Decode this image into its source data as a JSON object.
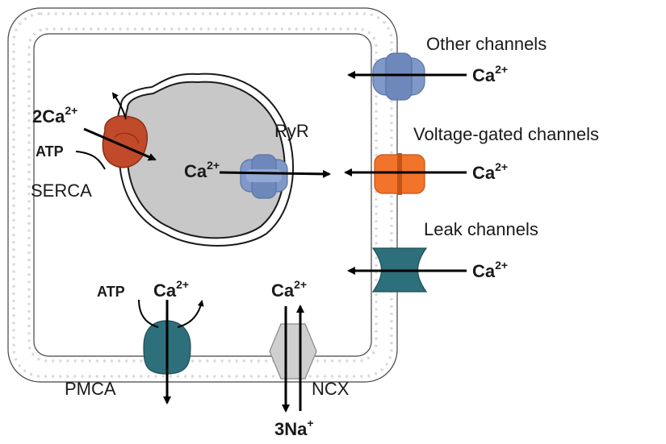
{
  "labels": {
    "other_channels": "Other channels",
    "voltage_gated_channels": "Voltage-gated channels",
    "leak_channels": "Leak channels",
    "ryr": "RyR",
    "serca": "SERCA",
    "pmca": "PMCA",
    "ncx": "NCX"
  },
  "ions": {
    "ca_base": "Ca",
    "ca_charge": "2+",
    "serca_ca_base": "2Ca",
    "serca_ca_charge": "2+",
    "na_base": "3Na",
    "na_charge": "+",
    "atp": "ATP"
  },
  "colors": {
    "serca": "#c14a2a",
    "other_channel": "#7f98c7",
    "voltage_gated": "#f2732a",
    "leak": "#2d6f7a",
    "pmca": "#2d6f7a",
    "ncx": "#cfcfcf",
    "ryr": "#7f98c7",
    "organelle": "#c8c8c8",
    "membrane_head": "#d9d9d9"
  }
}
